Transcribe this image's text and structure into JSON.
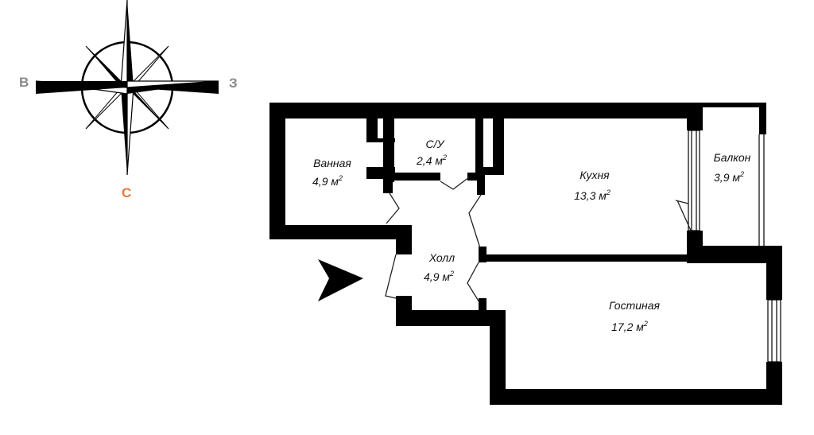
{
  "compass": {
    "west_label": "В",
    "east_label": "З",
    "south_label": "С",
    "west_color": "#8a8a8a",
    "east_color": "#8a8a8a",
    "south_color": "#e07a3c"
  },
  "rooms": {
    "bathroom": {
      "name": "Ванная",
      "area": "4,9 м",
      "unit_sup": "2"
    },
    "wc": {
      "name": "С/У",
      "area": "2,4 м",
      "unit_sup": "2"
    },
    "kitchen": {
      "name": "Кухня",
      "area": "13,3 м",
      "unit_sup": "2"
    },
    "balcony": {
      "name": "Балкон",
      "area": "3,9 м",
      "unit_sup": "2"
    },
    "hall": {
      "name": "Холл",
      "area": "4,9 м",
      "unit_sup": "2"
    },
    "living": {
      "name": "Гостиная",
      "area": "17,2 м",
      "unit_sup": "2"
    }
  },
  "colors": {
    "wall": "#000000",
    "door_line": "#333333",
    "background": "#ffffff"
  }
}
